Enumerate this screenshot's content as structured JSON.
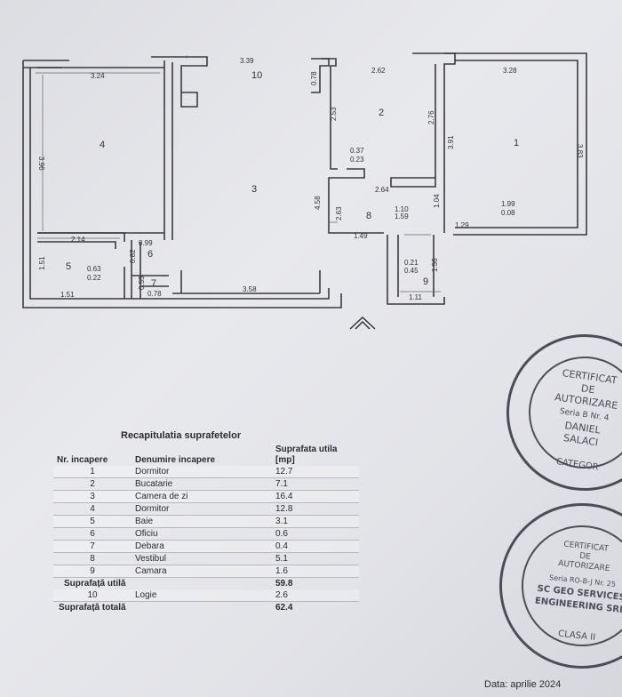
{
  "plan": {
    "dims": {
      "d339": "3.39",
      "d324": "3.24",
      "d262": "2.62",
      "d328": "3.28",
      "d078a": "0.78",
      "d396": "3.96",
      "d253": "2.53",
      "d276": "2.76",
      "d391": "3.91",
      "d383": "3.83",
      "d037": "0.37",
      "d023": "0.23",
      "d264": "2.64",
      "d458": "4.58",
      "d263": "2.63",
      "d110": "1.10",
      "d159": "1.59",
      "d104": "1.04",
      "d199": "1.99",
      "d008": "0.08",
      "d149": "1.49",
      "d129": "1.29",
      "d214": "2.14",
      "d099": "0.99",
      "d082": "0.82",
      "d151a": "1.51",
      "d063": "0.63",
      "d022": "0.22",
      "d151b": "1.51",
      "d055": "0.55",
      "d078b": "0.78",
      "d358": "3.58",
      "d021": "0.21",
      "d045": "0.45",
      "d156": "1.56",
      "d111": "1.11"
    },
    "rooms": {
      "r1": "1",
      "r2": "2",
      "r3": "3",
      "r4": "4",
      "r5": "5",
      "r6": "6",
      "r7": "7",
      "r8": "8",
      "r9": "9",
      "r10": "10"
    }
  },
  "table": {
    "title": "Recapitulatia suprafetelor",
    "headers": {
      "nr": "Nr. incapere",
      "name": "Denumire incapere",
      "area": "Suprafata utila",
      "unit": "[mp]"
    },
    "rows": [
      {
        "nr": "1",
        "name": "Dormitor",
        "area": "12.7"
      },
      {
        "nr": "2",
        "name": "Bucatarie",
        "area": "7.1"
      },
      {
        "nr": "3",
        "name": "Camera de zi",
        "area": "16.4"
      },
      {
        "nr": "4",
        "name": "Dormitor",
        "area": "12.8"
      },
      {
        "nr": "5",
        "name": "Baie",
        "area": "3.1"
      },
      {
        "nr": "6",
        "name": "Oficiu",
        "area": "0.6"
      },
      {
        "nr": "7",
        "name": "Debara",
        "area": "0.4"
      },
      {
        "nr": "8",
        "name": "Vestibul",
        "area": "5.1"
      },
      {
        "nr": "9",
        "name": "Camara",
        "area": "1.6"
      }
    ],
    "util_label": "Suprafață utilă",
    "util_value": "59.8",
    "logie": {
      "nr": "10",
      "name": "Logie",
      "area": "2.6"
    },
    "total_label": "Suprafață totală",
    "total_value": "62.4"
  },
  "stamp1": {
    "l1": "CERTIFICAT",
    "l2": "DE",
    "l3": "AUTORIZARE",
    "l4": "Seria B Nr. 4",
    "l5": "DANIEL",
    "l6": "SALACI",
    "l7": "CATEGOR"
  },
  "stamp2": {
    "l1": "CERTIFICAT",
    "l2": "DE",
    "l3": "AUTORIZARE",
    "l4": "Seria RO-B-J Nr. 25",
    "l5": "SC GEO SERVICES",
    "l6": "ENGINEERING SRL",
    "l7": "CLASA II"
  },
  "date": "Data: aprilie 2024"
}
